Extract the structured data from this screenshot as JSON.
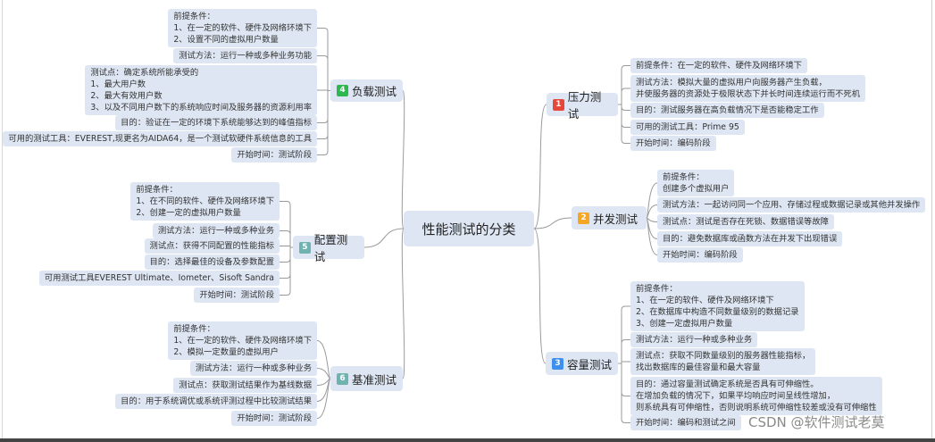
{
  "center": {
    "label": "性能测试的分类"
  },
  "branches": [
    {
      "num": "1",
      "label": "压力测试",
      "color": "#e5473b",
      "leaves": [
        "前提条件：在一定的软件、硬件及网络环境下",
        "测试方法：模拟大量的虚拟用户向服务器产生负载，\n并使服务器的资源处于极限状态下并长时间连续运行而不死机",
        "目的：测试服务器在高负载情况下是否能稳定工作",
        "可用的测试工具：Prime 95",
        "开始时间：编码阶段"
      ]
    },
    {
      "num": "2",
      "label": "并发测试",
      "color": "#f5a623",
      "leaves": [
        "前提条件：\n创建多个虚拟用户",
        "测试方法：一起访问同一个应用、存储过程或数据记录或其他并发操作",
        "测试点：测试是否存在死锁、数据错误等故障",
        "目的：避免数据库或函数方法在并发下出现错误",
        "开始时间：编码阶段"
      ]
    },
    {
      "num": "3",
      "label": "容量测试",
      "color": "#3f8ff0",
      "leaves": [
        "前提条件：\n1、在一定的软件、硬件及网络环境下\n2、在数据库中构造不同数量级别的数据记录\n3、创建一定虚拟用户数量",
        "测试方法：运行一种或多种业务",
        "测试点：获取不同数量级别的服务器性能指标，\n找出数据库的最佳容量和最大容量",
        "目的：通过容量测试确定系统是否具有可伸缩性。\n在增加负载的情况下，如果平均响应时间呈线性增加，\n则系统具有可伸缩性，否则说明系统可伸缩性较差或没有可伸缩性",
        "开始时间：编码和测试之间"
      ]
    },
    {
      "num": "4",
      "label": "负载测试",
      "color": "#2db84d",
      "leaves": [
        "前提条件：\n1、在一定的软件、硬件及网络环境下\n2、设置不同的虚拟用户数量",
        "测试方法：运行一种或多种业务功能",
        "测试点：确定系统所能承受的\n1、最大用户数\n2、最大有效用户数\n3、以及不同用户数下的系统响应时间及服务器的资源利用率",
        "目的：验证在一定的环境下系统能够达到的峰值指标",
        "可用的测试工具：EVEREST,现更名为AIDA64，是一个测试软硬件系统信息的工具",
        "开始时间：测试阶段"
      ]
    },
    {
      "num": "5",
      "label": "配置测试",
      "color": "#6fb3b0",
      "leaves": [
        "前提条件：\n1、在不同的软件、硬件及网络环境下\n2、创建一定的虚拟用户数量",
        "测试方法：运行一种或多种业务",
        "测试点：获得不同配置的性能指标",
        "目的：选择最佳的设备及参数配置",
        "可用测试工具EVEREST Ultimate、Iometer、Sisoft Sandra",
        "开始时间：测试阶段"
      ]
    },
    {
      "num": "6",
      "label": "基准测试",
      "color": "#6fb3b0",
      "leaves": [
        "前提条件：\n1、在一定的软件、硬件及网络环境下\n2、模拟一定数量的虚拟用户",
        "测试方法：运行一种或多种业务",
        "测试点：获取测试结果作为基线数据",
        "目的：用于系统调优或系统评测过程中比较测试结果",
        "开始时间：测试阶段"
      ]
    }
  ],
  "watermark": "CSDN @软件测试老莫"
}
